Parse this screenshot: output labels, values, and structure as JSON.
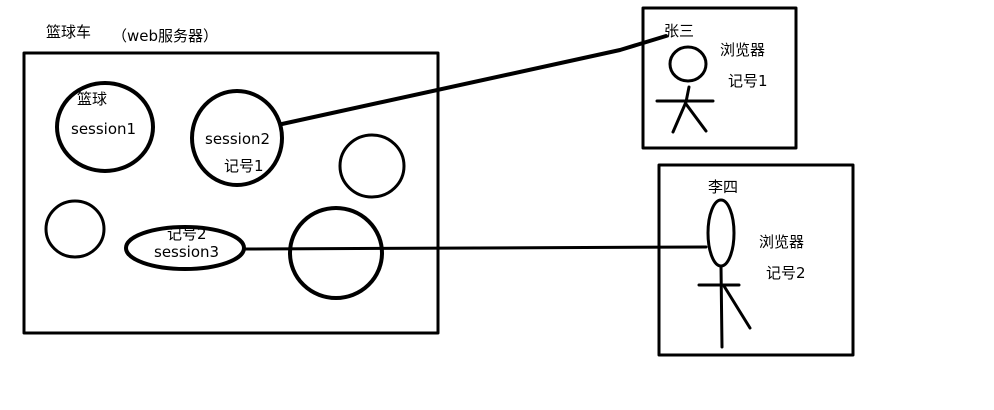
{
  "server": {
    "title": "篮球车",
    "subtitle": "（web服务器）",
    "balls": [
      {
        "line1": "篮球",
        "line2": "session1"
      },
      {
        "line1": "session2",
        "line2": "记号1"
      },
      {
        "line1": "记号2",
        "line2": "session3"
      }
    ]
  },
  "user1": {
    "name": "张三",
    "label": "浏览器",
    "token": "记号1"
  },
  "user2": {
    "name": "李四",
    "label": "浏览器",
    "token": "记号2"
  },
  "colors": {
    "ink": "#000000",
    "background": "#ffffff"
  }
}
